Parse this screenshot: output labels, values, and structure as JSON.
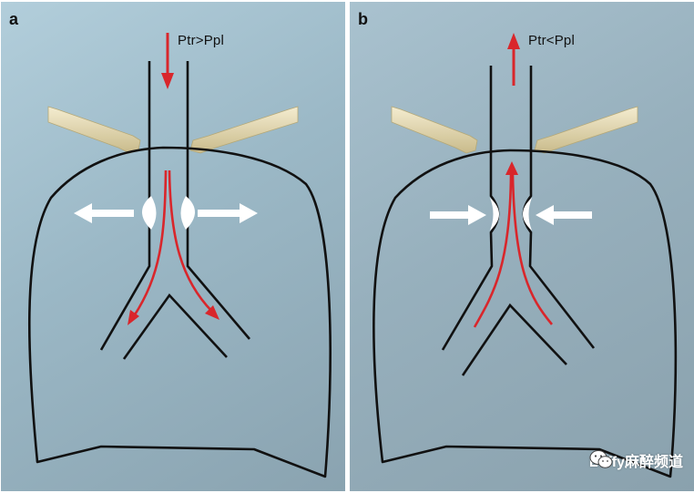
{
  "panel_a": {
    "letter": "a",
    "pressure_label": "Ptr>Ppl"
  },
  "panel_b": {
    "letter": "b",
    "pressure_label": "Ptr<Ppl"
  },
  "watermark": {
    "text": "Luffy麻醉频道",
    "icon": "wechat-icon"
  },
  "colors": {
    "outline": "#111111",
    "flow_arrow": "#d9262b",
    "wall_arrow": "#ffffff",
    "bone": "#e6dcb6"
  }
}
